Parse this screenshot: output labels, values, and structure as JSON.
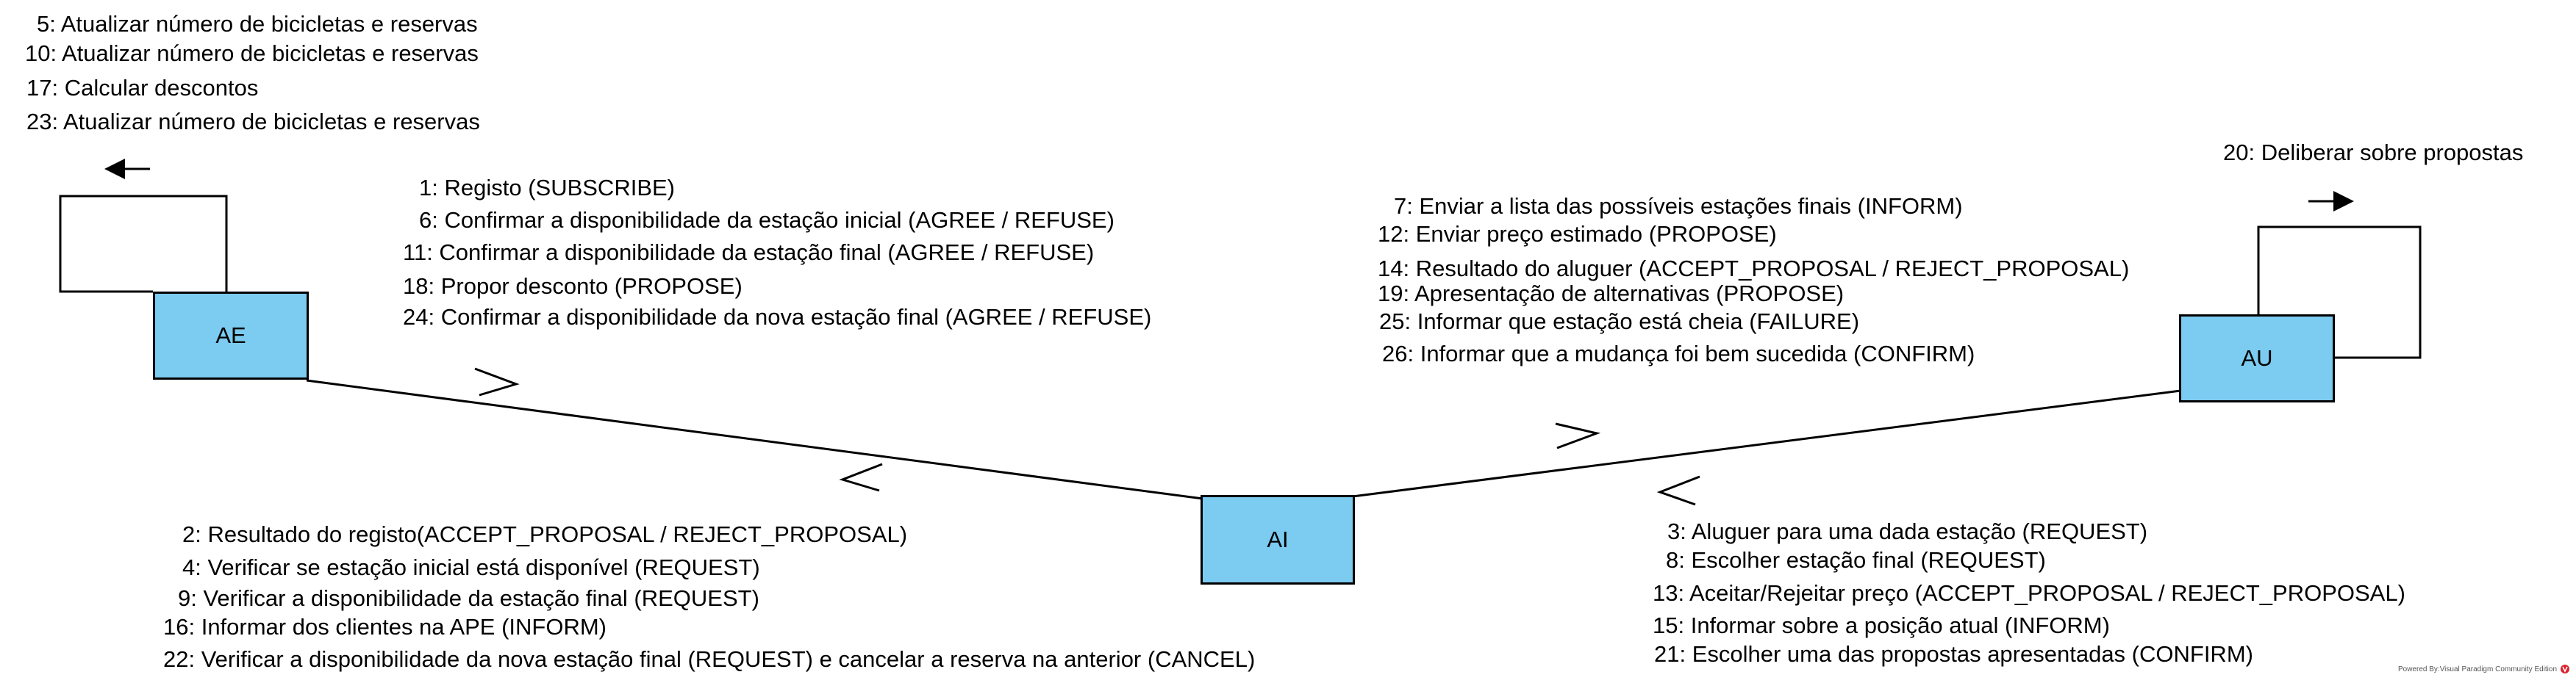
{
  "agents": {
    "ae": "AE",
    "ai": "AI",
    "au": "AU"
  },
  "ae_self_messages": [
    "5: Atualizar número de bicicletas e reservas",
    "10: Atualizar número de bicicletas e reservas",
    "17: Calcular descontos",
    "23: Atualizar número de bicicletas e reservas"
  ],
  "ai_to_ae_messages": [
    "1: Registo (SUBSCRIBE)",
    "6: Confirmar a disponibilidade da estação inicial (AGREE / REFUSE)",
    "11: Confirmar a disponibilidade da estação final (AGREE / REFUSE)",
    "18: Propor desconto (PROPOSE)",
    "24: Confirmar a disponibilidade da nova estação final (AGREE / REFUSE)"
  ],
  "ae_to_ai_messages": [
    "2: Resultado do registo(ACCEPT_PROPOSAL / REJECT_PROPOSAL)",
    "4: Verificar se estação inicial está disponível (REQUEST)",
    "9: Verificar a disponibilidade da estação final (REQUEST)",
    "16: Informar dos clientes na APE (INFORM)",
    "22: Verificar a disponibilidade da nova estação final (REQUEST) e cancelar a reserva na anterior (CANCEL)"
  ],
  "ai_to_au_messages": [
    "7: Enviar a lista das possíveis estações finais (INFORM)",
    "12: Enviar preço estimado (PROPOSE)",
    "14: Resultado do aluguer (ACCEPT_PROPOSAL / REJECT_PROPOSAL)",
    "19: Apresentação de alternativas (PROPOSE)",
    "25: Informar que estação está cheia (FAILURE)",
    "26: Informar que a mudança foi bem sucedida (CONFIRM)"
  ],
  "au_to_ai_messages": [
    "3: Aluguer para uma dada estação (REQUEST)",
    "8: Escolher estação final (REQUEST)",
    "13: Aceitar/Rejeitar preço (ACCEPT_PROPOSAL / REJECT_PROPOSAL)",
    "15: Informar sobre a posição atual (INFORM)",
    "21: Escolher uma das propostas apresentadas (CONFIRM)"
  ],
  "au_self_messages": [
    "20: Deliberar sobre propostas"
  ],
  "watermark": "Powered By:Visual Paradigm Community Edition",
  "colors": {
    "agent_fill": "#7ccbf1",
    "line": "#000000"
  }
}
